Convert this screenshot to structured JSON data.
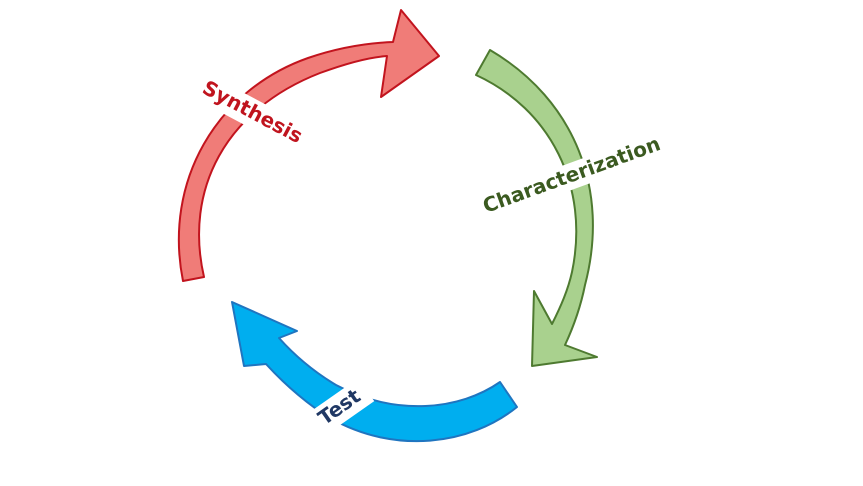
{
  "diagram": {
    "stages": [
      {
        "label": "Synthesis",
        "color": "#F07C78",
        "stroke": "#C2141E",
        "text_color": "#C0141E"
      },
      {
        "label": "Characterization",
        "color": "#A9D18E",
        "stroke": "#4E7A30",
        "text_color": "#3B5A20"
      },
      {
        "label": "Test",
        "color": "#00AEEF",
        "stroke": "#1F75C0",
        "text_color": "#203864"
      }
    ]
  }
}
